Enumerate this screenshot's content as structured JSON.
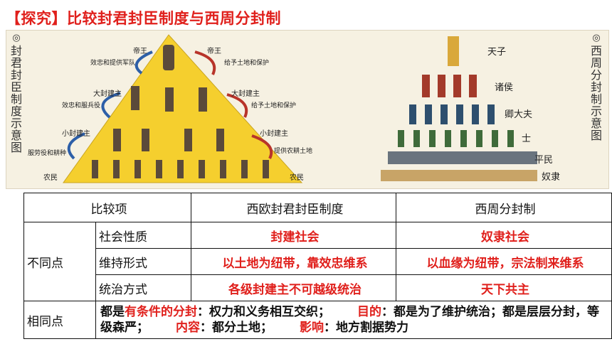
{
  "title": "【探究】比较封君封臣制度与西周分封制",
  "left_figure": {
    "vertical_label": "封君封臣制度示意图",
    "ranks": [
      "帝王",
      "大封建主",
      "小封建主",
      "农民"
    ],
    "left_arrows": [
      "效忠和提供军队",
      "效忠和服兵役",
      "服劳役和耕种"
    ],
    "right_arrows": [
      "给予土地和保护",
      "给予土地和保护",
      "提供农耕土地"
    ],
    "ranks_right": [
      "帝王",
      "大封建主",
      "小封建主",
      "农民"
    ]
  },
  "right_figure": {
    "vertical_label": "西周分封制示意图",
    "ranks": [
      "天子",
      "诸侯",
      "卿大夫",
      "士",
      "平民",
      "奴隶"
    ]
  },
  "table": {
    "header": [
      "比较项",
      "西欧封君封臣制度",
      "西周分封制"
    ],
    "diff_label": "不同点",
    "rows": [
      {
        "item": "社会性质",
        "west": "封建社会",
        "zhou": "奴隶社会"
      },
      {
        "item": "维持形式",
        "west": "以土地为纽带，靠效忠维系",
        "zhou": "以血缘为纽带，宗法制来维系"
      },
      {
        "item": "统治方式",
        "west": "各级封建主不可越级统治",
        "zhou": "天下共主"
      }
    ],
    "same_label": "相同点",
    "same": {
      "p1": "都是",
      "k1": "有条件的分封",
      "p2": "：权力和义务相互交织；",
      "k2": "目的",
      "p3": "：都是为了维护统治；都是层层分封，等级森严；",
      "k3": "内容",
      "p4": "：都分土地；",
      "k4": "影响",
      "p5": "：地方割据势力"
    }
  },
  "colors": {
    "accent": "#e0201c",
    "pyramid": "#f5cf2e"
  }
}
